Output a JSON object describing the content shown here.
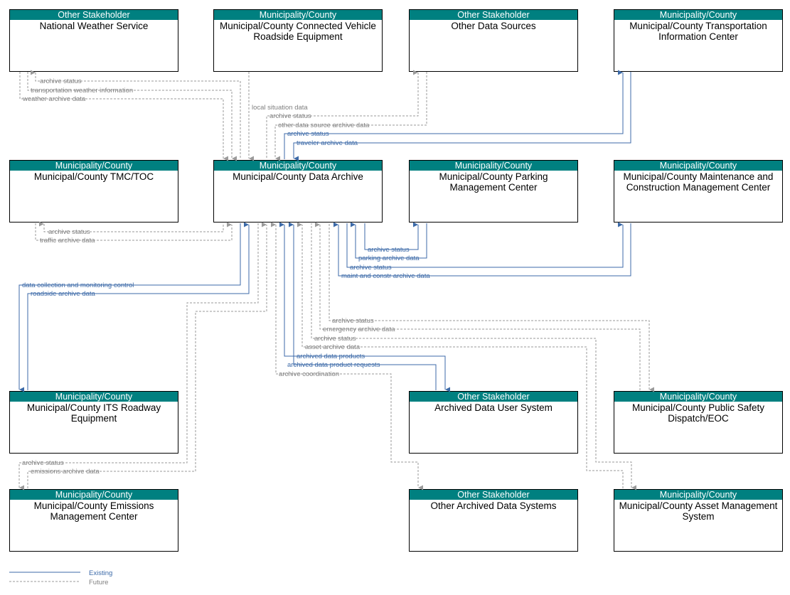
{
  "nodes": [
    {
      "id": "nws",
      "category": "Other Stakeholder",
      "name": "National Weather Service"
    },
    {
      "id": "cvrse",
      "category": "Municipality/County",
      "name": "Municipal/County Connected Vehicle Roadside Equipment"
    },
    {
      "id": "ods",
      "category": "Other Stakeholder",
      "name": "Other Data Sources"
    },
    {
      "id": "tic",
      "category": "Municipality/County",
      "name": "Municipal/County Transportation Information Center"
    },
    {
      "id": "tmc",
      "category": "Municipality/County",
      "name": "Municipal/County TMC/TOC"
    },
    {
      "id": "archive",
      "category": "Municipality/County",
      "name": "Municipal/County Data Archive"
    },
    {
      "id": "parking",
      "category": "Municipality/County",
      "name": "Municipal/County Parking Management Center"
    },
    {
      "id": "maint",
      "category": "Municipality/County",
      "name": "Municipal/County Maintenance and Construction Management Center"
    },
    {
      "id": "its",
      "category": "Municipality/County",
      "name": "Municipal/County ITS Roadway Equipment"
    },
    {
      "id": "adus",
      "category": "Other Stakeholder",
      "name": "Archived Data User System"
    },
    {
      "id": "psd",
      "category": "Municipality/County",
      "name": "Municipal/County Public Safety Dispatch/EOC"
    },
    {
      "id": "emc",
      "category": "Municipality/County",
      "name": "Municipal/County Emissions Management Center"
    },
    {
      "id": "oads",
      "category": "Other Stakeholder",
      "name": "Other Archived Data Systems"
    },
    {
      "id": "amc",
      "category": "Municipality/County",
      "name": "Municipal/County Asset Management System"
    }
  ],
  "flows": {
    "nws_archive_status": "archive status",
    "nws_transportation_weather_information": "transportation weather information",
    "nws_weather_archive_data": "weather archive data",
    "cvrse_local_situation_data": "local situation data",
    "ods_archive_status": "archive status",
    "ods_other_data_source_archive_data": "other data source archive data",
    "tic_archive_status": "archive status",
    "tic_traveler_archive_data": "traveler archive data",
    "tmc_archive_status": "archive status",
    "tmc_traffic_archive_data": "traffic archive data",
    "parking_archive_status": "archive status",
    "parking_parking_archive_data": "parking archive data",
    "maint_archive_status": "archive status",
    "maint_maint_and_constr_archive_data": "maint and constr archive data",
    "its_data_collection_and_monitoring_control": "data collection and monitoring control",
    "its_roadside_archive_data": "roadside archive data",
    "psd_archive_status": "archive status",
    "psd_emergency_archive_data": "emergency archive data",
    "amc_archive_status": "archive status",
    "amc_asset_archive_data": "asset archive data",
    "adus_archived_data_products": "archived data products",
    "adus_archived_data_product_requests": "archived data product requests",
    "oads_archive_coordination": "archive coordination",
    "emc_archive_status": "archive status",
    "emc_emissions_archive_data": "emissions archive data"
  },
  "legend": {
    "existing": "Existing",
    "future": "Future"
  },
  "colors": {
    "header": "#008080",
    "existing": "#3c6aa8",
    "future": "#9a9a9a"
  }
}
